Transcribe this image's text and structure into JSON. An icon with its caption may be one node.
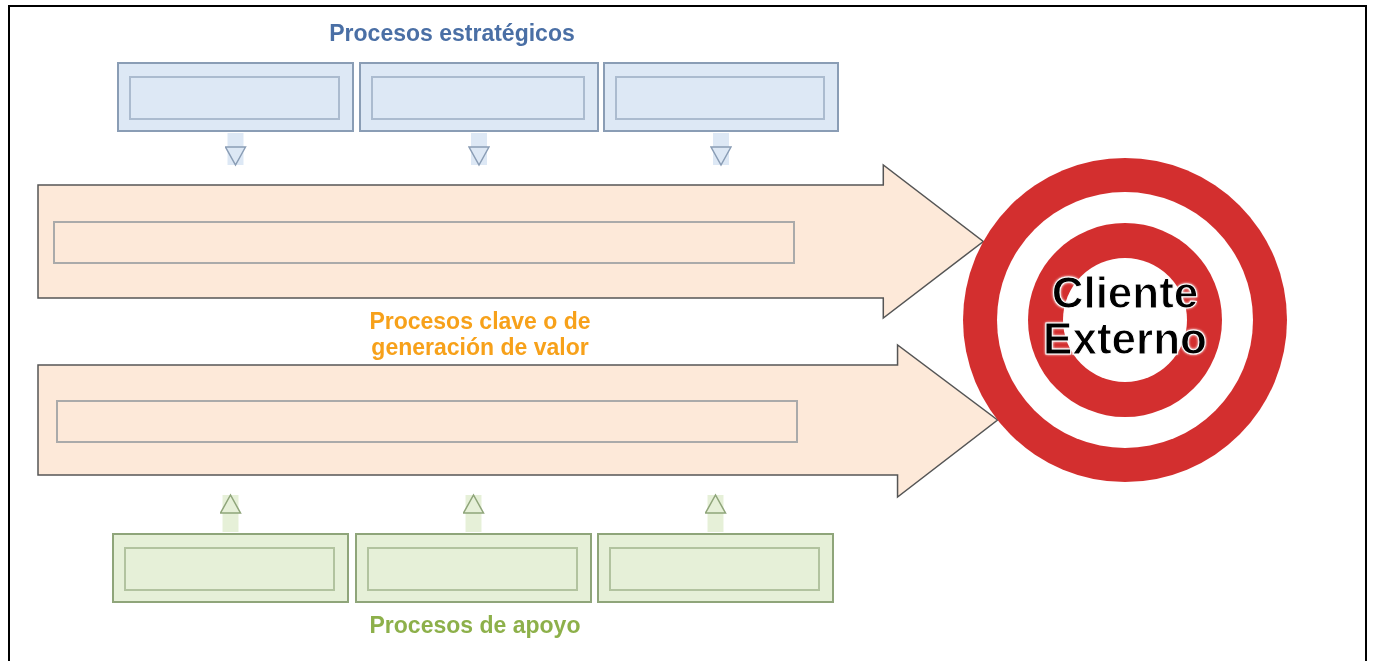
{
  "diagram": {
    "nodes": [
      {
        "text": [],
        "shape": "box"
      },
      {
        "text": [],
        "shape": "box"
      },
      {
        "text": [],
        "shape": "box"
      },
      {
        "text": [],
        "shape": "box"
      },
      {
        "text": [
          "Cliente Externo"
        ]
      },
      {
        "text": [],
        "shape": "box"
      },
      {
        "text": [],
        "shape": "box"
      },
      {
        "text": [],
        "shape": "box"
      },
      {
        "text": [],
        "shape": "box"
      }
    ],
    "edges": [
      {
        "from": 0,
        "to": 3,
        "arrow": "to"
      },
      {
        "from": 1,
        "to": 3,
        "arrow": "to"
      },
      {
        "from": 2,
        "to": 3,
        "arrow": "to"
      },
      {
        "from": null,
        "to": 4,
        "arrow": "to"
      },
      {
        "from": null,
        "to": 4,
        "arrow": "to"
      },
      {
        "from": 6,
        "to": 5,
        "arrow": "to"
      },
      {
        "from": 7,
        "to": 5,
        "arrow": "to"
      },
      {
        "from": 8,
        "to": 5,
        "arrow": "to"
      }
    ],
    "labels": [
      "Procesos estratégicos",
      "Procesos clave o de generación de valor",
      "Procesos de apoyo"
    ]
  }
}
